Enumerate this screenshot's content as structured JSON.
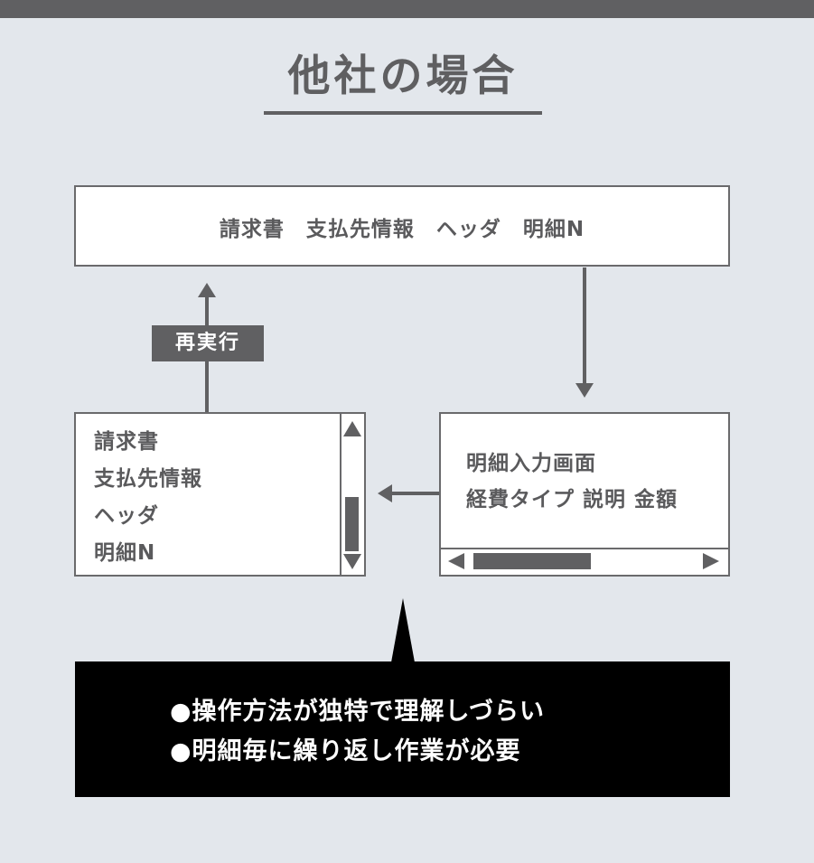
{
  "title": "他社の場合",
  "top_box": {
    "text": "請求書　支払先情報　ヘッダ　明細N"
  },
  "left_box": {
    "items": [
      "請求書",
      "支払先情報",
      "ヘッダ",
      "明細N"
    ]
  },
  "right_box": {
    "lines": [
      "明細入力画面",
      "経費タイプ 説明 金額"
    ]
  },
  "rerun_label": "再実行",
  "callout": {
    "bullets": [
      "●操作方法が独特で理解しづらい",
      "●明細毎に繰り返し作業が必要"
    ]
  },
  "colors": {
    "background": "#e3e7ec",
    "gray": "#606062",
    "callout": "#000000"
  }
}
